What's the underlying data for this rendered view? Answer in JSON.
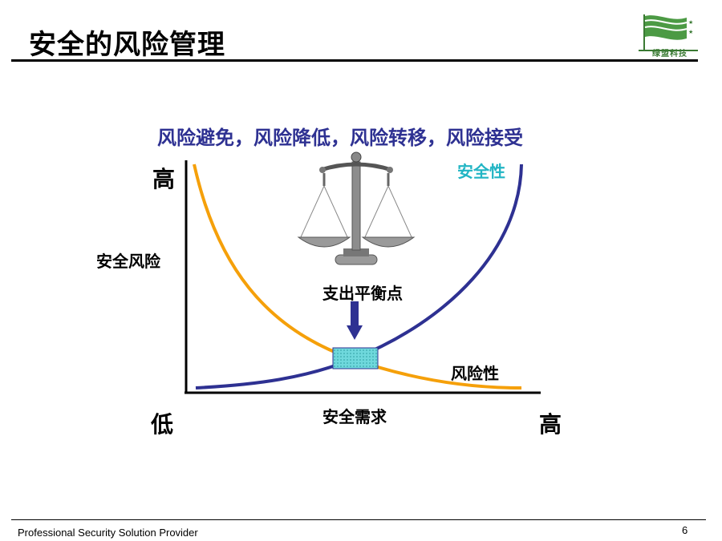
{
  "slide": {
    "title": "安全的风险管理",
    "logo_text": "绿盟科技",
    "strategies": "风险避免，风险降低，风险转移，风险接受",
    "footer": "Professional Security Solution Provider",
    "page_number": "6"
  },
  "diagram": {
    "y_axis_high": "高",
    "y_axis_label": "安全风险",
    "x_axis_low": "低",
    "x_axis_high": "高",
    "x_axis_label": "安全需求",
    "balance_point_label": "支出平衡点",
    "safety_curve_label": "安全性",
    "risk_curve_label": "风险性",
    "colors": {
      "safety_curve": "#2e3192",
      "risk_curve": "#f5a00a",
      "safety_label": "#22b5c4",
      "balance_box": "#6fd8dc",
      "arrow": "#2e3192"
    }
  }
}
